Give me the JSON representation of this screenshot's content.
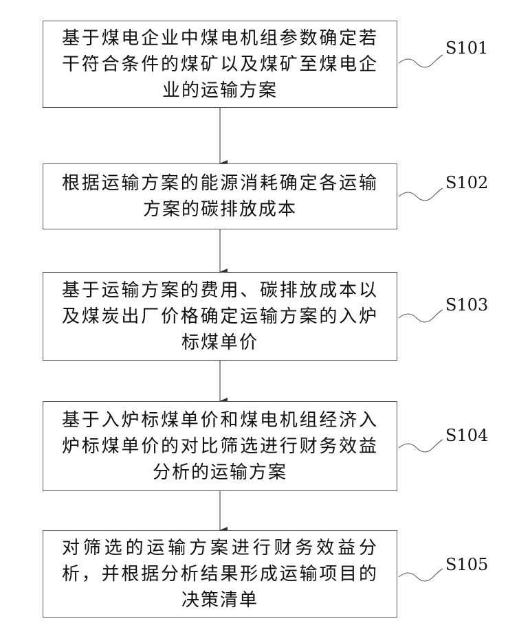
{
  "flowchart": {
    "steps": [
      {
        "id": "S101",
        "text": "基于煤电企业中煤电机组参数确定若干符合条件的煤矿以及煤矿至煤电企业的运输方案"
      },
      {
        "id": "S102",
        "text": "根据运输方案的能源消耗确定各运输方案的碳排放成本"
      },
      {
        "id": "S103",
        "text": "基于运输方案的费用、碳排放成本以及煤炭出厂价格确定运输方案的入炉标煤单价"
      },
      {
        "id": "S104",
        "text": "基于入炉标煤单价和煤电机组经济入炉标煤单价的对比筛选进行财务效益分析的运输方案"
      },
      {
        "id": "S105",
        "text": "对筛选的运输方案进行财务效益分析，并根据分析结果形成运输项目的决策清单"
      }
    ],
    "colors": {
      "stroke": "#555555",
      "text": "#111111"
    }
  }
}
